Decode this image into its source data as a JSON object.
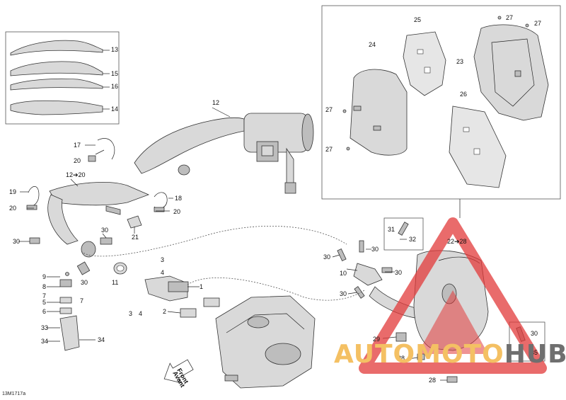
{
  "figure_code": "13M1717a",
  "front_label": [
    "Front",
    "Avant"
  ],
  "watermark": {
    "part1": "AUTOMOTO",
    "part2": "HUB",
    "colors": {
      "triangle": "#e23a3a",
      "text1": "#f4c063",
      "text2": "#6f6f6f"
    }
  },
  "callouts": [
    {
      "id": "c1",
      "text": "1"
    },
    {
      "id": "c2",
      "text": "2"
    },
    {
      "id": "c3a",
      "text": "3"
    },
    {
      "id": "c3b",
      "text": "3"
    },
    {
      "id": "c4a",
      "text": "4"
    },
    {
      "id": "c4b",
      "text": "4"
    },
    {
      "id": "c5",
      "text": "5"
    },
    {
      "id": "c6",
      "text": "6"
    },
    {
      "id": "c7a",
      "text": "7"
    },
    {
      "id": "c7b",
      "text": "7"
    },
    {
      "id": "c8",
      "text": "8"
    },
    {
      "id": "c9",
      "text": "9"
    },
    {
      "id": "c10",
      "text": "10"
    },
    {
      "id": "c11",
      "text": "11"
    },
    {
      "id": "c12a",
      "text": "12"
    },
    {
      "id": "c12b",
      "text": "12➔20"
    },
    {
      "id": "c13",
      "text": "13"
    },
    {
      "id": "c14",
      "text": "14"
    },
    {
      "id": "c15",
      "text": "15"
    },
    {
      "id": "c16",
      "text": "16"
    },
    {
      "id": "c17",
      "text": "17"
    },
    {
      "id": "c18",
      "text": "18"
    },
    {
      "id": "c19",
      "text": "19"
    },
    {
      "id": "c20a",
      "text": "20"
    },
    {
      "id": "c20b",
      "text": "20"
    },
    {
      "id": "c20c",
      "text": "20"
    },
    {
      "id": "c21",
      "text": "21"
    },
    {
      "id": "c2228",
      "text": "22➔28"
    },
    {
      "id": "c23",
      "text": "23"
    },
    {
      "id": "c24",
      "text": "24"
    },
    {
      "id": "c25",
      "text": "25"
    },
    {
      "id": "c26",
      "text": "26"
    },
    {
      "id": "c27a",
      "text": "27"
    },
    {
      "id": "c27b",
      "text": "27"
    },
    {
      "id": "c27c",
      "text": "27"
    },
    {
      "id": "c27d",
      "text": "27"
    },
    {
      "id": "c28a",
      "text": "28"
    },
    {
      "id": "c28b",
      "text": "28"
    },
    {
      "id": "c29",
      "text": "29"
    },
    {
      "id": "c30a",
      "text": "30"
    },
    {
      "id": "c30b",
      "text": "30"
    },
    {
      "id": "c30c",
      "text": "30"
    },
    {
      "id": "c30d",
      "text": "30"
    },
    {
      "id": "c30e",
      "text": "30"
    },
    {
      "id": "c30f",
      "text": "30"
    },
    {
      "id": "c30g",
      "text": "30"
    },
    {
      "id": "c30h",
      "text": "30"
    },
    {
      "id": "c31",
      "text": "31"
    },
    {
      "id": "c32",
      "text": "32"
    },
    {
      "id": "c33",
      "text": "33"
    },
    {
      "id": "c34a",
      "text": "34"
    },
    {
      "id": "c34b",
      "text": "34"
    },
    {
      "id": "c35",
      "text": "35"
    }
  ]
}
